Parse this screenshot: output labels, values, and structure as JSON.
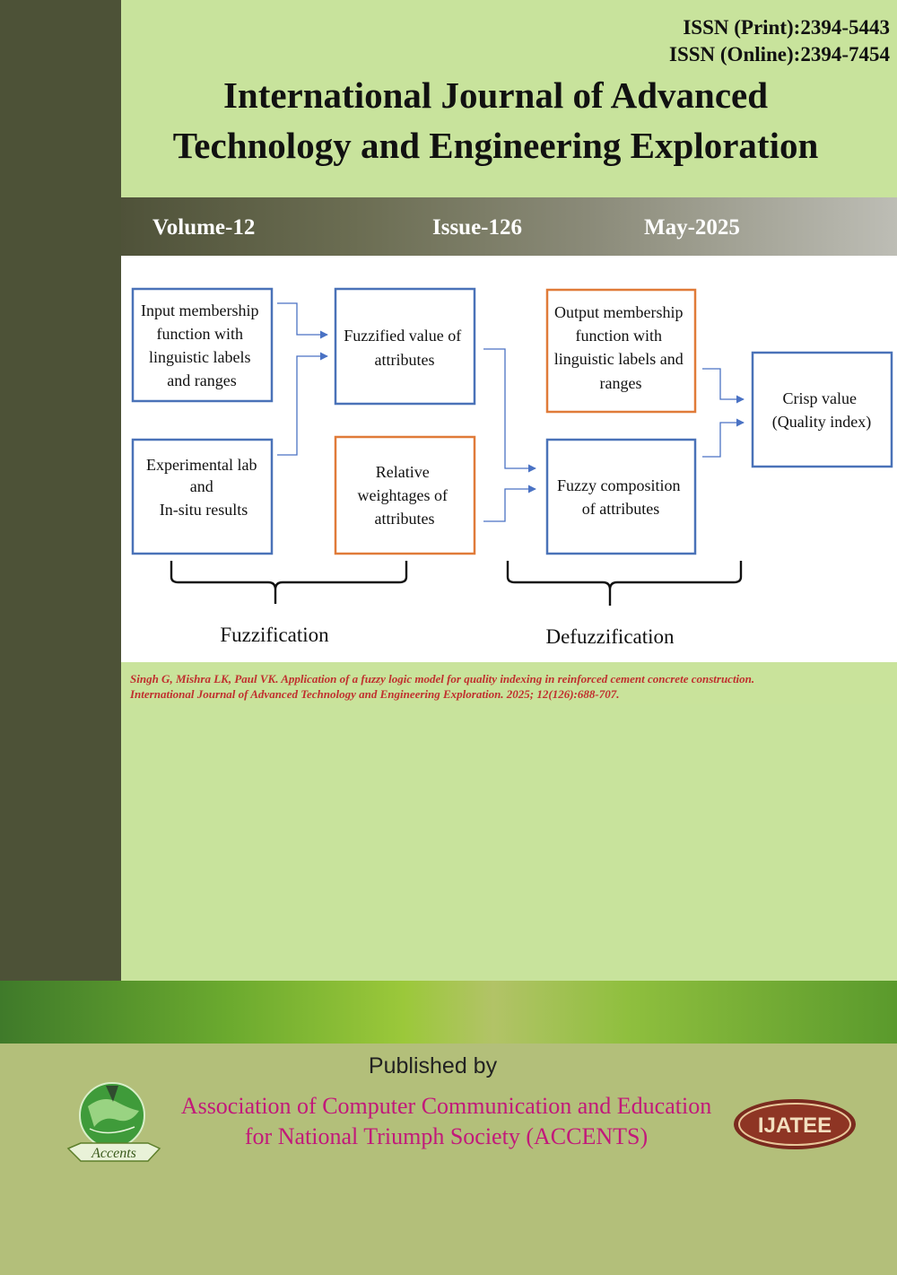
{
  "header": {
    "issn_print": "ISSN (Print):2394-5443",
    "issn_online": "ISSN (Online):2394-7454",
    "title_line1": "International Journal of Advanced",
    "title_line2": "Technology and Engineering Exploration"
  },
  "issue": {
    "volume": "Volume-12",
    "issue": "Issue-126",
    "date": "May-2025"
  },
  "figure": {
    "box_input": [
      "Input membership",
      "function with",
      "linguistic labels",
      "and ranges"
    ],
    "box_experimental": [
      "Experimental lab",
      "and",
      "In-situ results"
    ],
    "box_fuzzified": [
      "Fuzzified value of",
      "attributes"
    ],
    "box_relative": [
      "Relative",
      "weightages of",
      "attributes"
    ],
    "box_output": [
      "Output membership",
      "function with",
      "linguistic labels and",
      "ranges"
    ],
    "box_fuzzy_comp": [
      "Fuzzy composition",
      "of attributes"
    ],
    "box_crisp": [
      "Crisp value",
      "(Quality index)"
    ],
    "label_fuzzification": "Fuzzification",
    "label_defuzzification": "Defuzzification",
    "colors": {
      "blue": "#4a72b8",
      "orange": "#e07b39",
      "arrow": "#4a72c4"
    }
  },
  "citation": {
    "line1": "Singh G, Mishra LK, Paul VK. Application of a fuzzy logic model for quality indexing in reinforced cement concrete construction.",
    "line2": "International Journal of Advanced Technology and Engineering Exploration. 2025; 12(126):688-707."
  },
  "footer": {
    "published_by": "Published by",
    "org_line1": "Association of Computer Communication and Education",
    "org_line2": "for National Triumph Society (ACCENTS)",
    "accents_logo_text": "Accents",
    "ijatee_logo_text": "IJATEE"
  },
  "colors": {
    "sidebar": "#4d5237",
    "panel": "#c8e39c",
    "citation": "#c0302e",
    "org_text": "#c2197a"
  }
}
